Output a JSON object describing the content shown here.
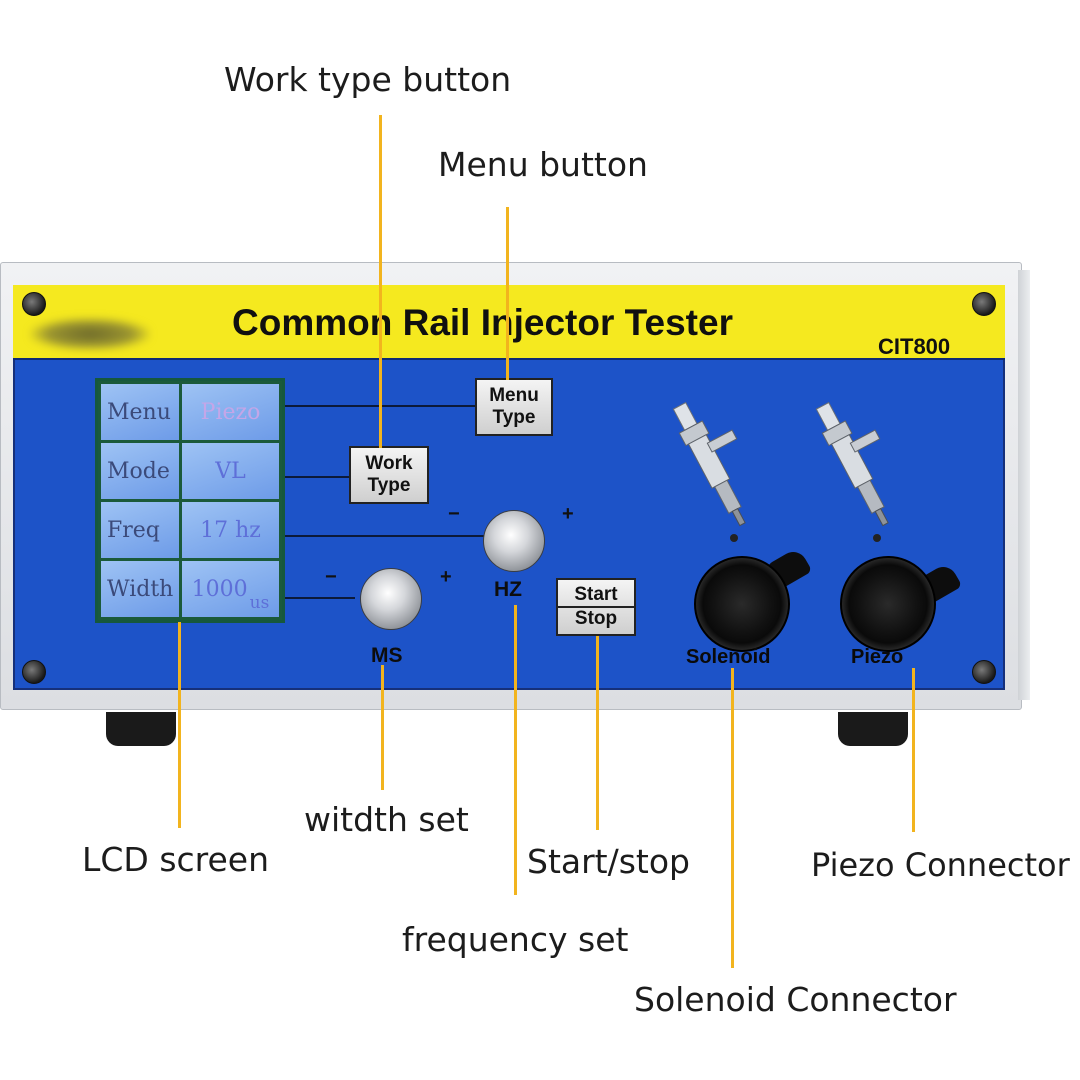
{
  "device": {
    "title": "Common Rail Injector Tester",
    "model": "CIT800"
  },
  "lcd": {
    "rows": [
      {
        "label": "Menu",
        "value": "Piezo",
        "unit": ""
      },
      {
        "label": "Mode",
        "value": "VL",
        "unit": ""
      },
      {
        "label": "Freq",
        "value": "17 hz",
        "unit": ""
      },
      {
        "label": "Width",
        "value": "1000",
        "unit": "us"
      }
    ]
  },
  "buttons": {
    "menu_type": {
      "line1": "Menu",
      "line2": "Type"
    },
    "work_type": {
      "line1": "Work",
      "line2": "Type"
    },
    "start_stop": {
      "line1": "Start",
      "line2": "Stop"
    }
  },
  "knobs": {
    "ms": {
      "label": "MS",
      "minus": "−",
      "plus": "+"
    },
    "hz": {
      "label": "HZ",
      "minus": "−",
      "plus": "+"
    }
  },
  "connectors": {
    "solenoid": "Solenoid",
    "piezo": "Piezo"
  },
  "callouts": {
    "work_type_button": "Work type button",
    "menu_button": "Menu button",
    "width_set": "witdth set",
    "lcd_screen": "LCD screen",
    "start_stop": "Start/stop",
    "frequency_set": "frequency set",
    "piezo_connector": "Piezo Connector",
    "solenoid_connector": "Solenoid Connector"
  },
  "colors": {
    "panel_blue": "#1d53c8",
    "band_yellow": "#f5e91f",
    "leader_line": "#f2b41e"
  },
  "icons": [
    "injector-icon",
    "knob-icon",
    "connector-icon",
    "screw-icon"
  ]
}
